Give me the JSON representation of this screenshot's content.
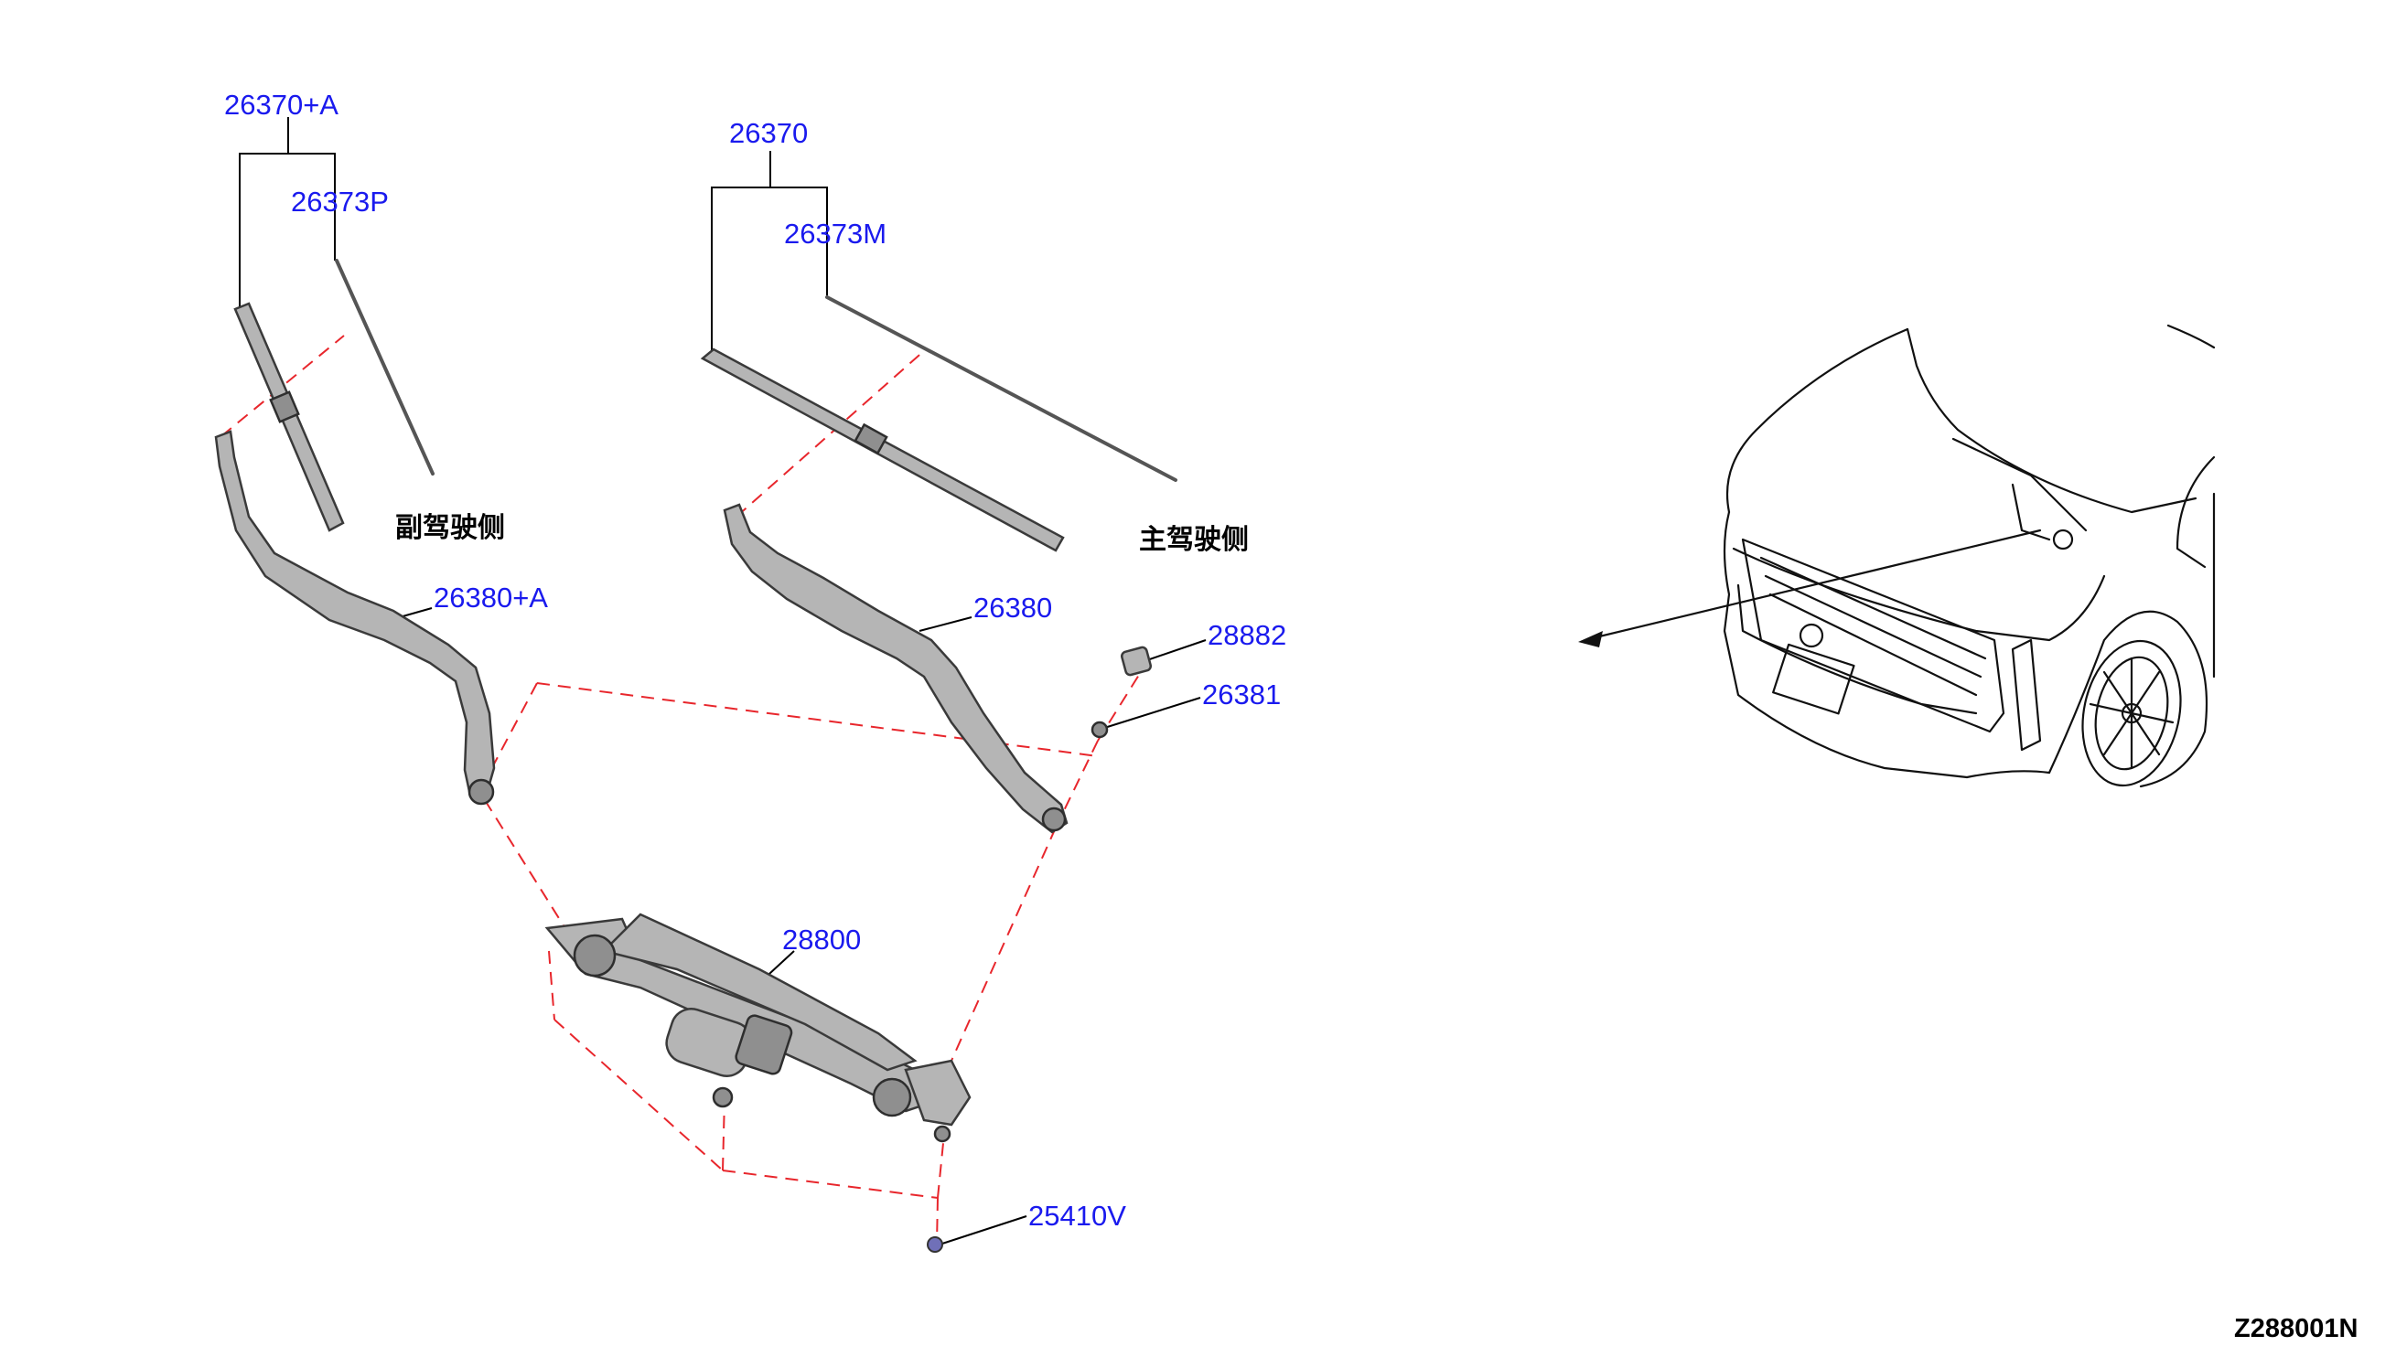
{
  "labels": {
    "p_26370_a": "26370+A",
    "p_26373p": "26373P",
    "p_26370": "26370",
    "p_26373m": "26373M",
    "p_26380_a": "26380+A",
    "p_26380": "26380",
    "p_28882": "28882",
    "p_26381": "26381",
    "p_28800": "28800",
    "p_25410v": "25410V"
  },
  "side_labels": {
    "passenger_side": "副驾驶侧",
    "driver_side": "主驾驶侧"
  },
  "diagram_code": "Z288001N",
  "colors": {
    "part_number": "#1a1aee",
    "dashed_guide": "#e8262c",
    "part_fill": "#b5b5b5"
  }
}
